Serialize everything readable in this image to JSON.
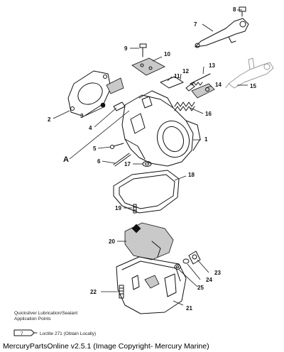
{
  "callouts": {
    "c1": "1",
    "c2": "2",
    "c3": "3",
    "c4": "4",
    "c5": "5",
    "c6": "6",
    "c7": "7",
    "c8": "8",
    "c9": "9",
    "c10": "10",
    "c11": "11",
    "c12": "12",
    "c13": "13",
    "c14": "14",
    "c15": "15",
    "c16": "16",
    "c17": "17",
    "c18": "18",
    "c19": "19",
    "c20": "20",
    "c21": "21",
    "c22": "22",
    "c23": "23",
    "c24": "24",
    "c25": "25",
    "cA": "A"
  },
  "legend": {
    "heading_line1": "Quicksilver Lubrication/Sealant",
    "heading_line2": "Application Points",
    "tube_number": "7",
    "loctite_label": "Loctite 271 (Obtain Locally)"
  },
  "footer": {
    "text": "MercuryPartsOnline v2.5.1 (Image Copyright- Mercury Marine)"
  }
}
